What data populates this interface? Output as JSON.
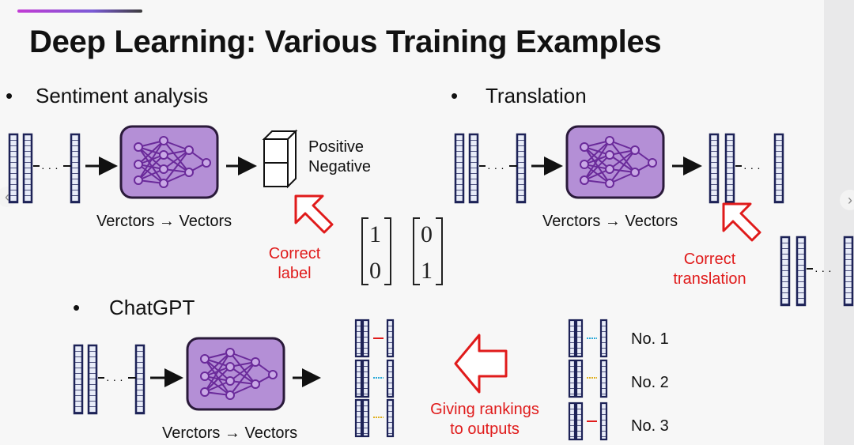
{
  "title": "Deep Learning: Various Training Examples",
  "sections": {
    "sentiment": {
      "bullet": "•",
      "label": "Sentiment analysis",
      "caption": "Verctors → Vectors",
      "outputs": [
        "Positive",
        "Negative"
      ],
      "note": [
        "Correct",
        "label"
      ]
    },
    "translation": {
      "bullet": "•",
      "label": "Translation",
      "caption": "Verctors → Vectors",
      "note": [
        "Correct",
        "translation"
      ]
    },
    "chatgpt": {
      "bullet": "•",
      "label": "ChatGPT",
      "caption": "Verctors → Vectors",
      "note": [
        "Giving rankings",
        "to outputs"
      ],
      "ranks": [
        "No. 1",
        "No. 2",
        "No. 3"
      ]
    }
  },
  "vectors": {
    "one_hot_a": [
      "1",
      "0"
    ],
    "one_hot_b": [
      "0",
      "1"
    ]
  },
  "ellipsis": "· · ·",
  "colors": {
    "accent_purple": "#b48fd6",
    "net_border": "#2a1a3a",
    "arrow_red": "#e01b1b",
    "vector_navy": "#1d2257"
  },
  "icons": [
    "neural-network-icon",
    "output-cube-icon",
    "red-hollow-arrow-icon",
    "vector-column-icon"
  ]
}
